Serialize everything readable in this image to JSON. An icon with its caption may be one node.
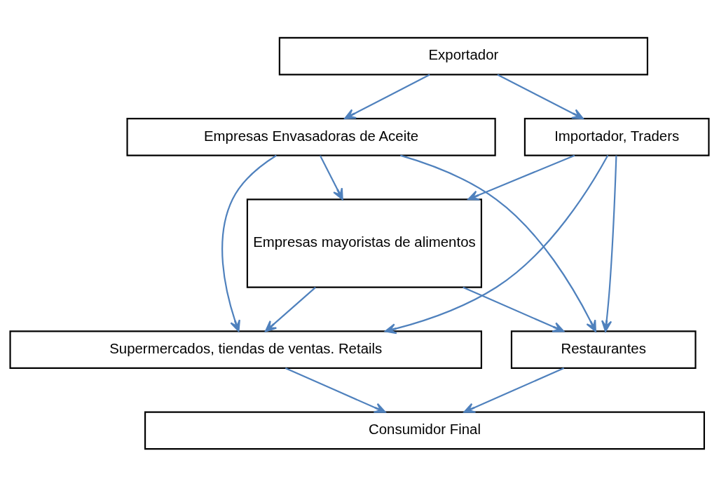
{
  "diagram": {
    "nodes": [
      {
        "text": [
          "Exportador"
        ]
      },
      {
        "text": [
          "Importador, Traders"
        ]
      },
      {
        "text": [
          "Empresas Envasadoras de Aceite"
        ]
      },
      {
        "text": [
          "Empresas mayoristas de alimentos"
        ]
      },
      {
        "text": [
          "Supermercados, tiendas de ventas. Retails"
        ]
      },
      {
        "text": [
          "Restaurantes"
        ]
      },
      {
        "text": [
          "Consumidor Final"
        ]
      }
    ],
    "edges": [
      {
        "from": 0,
        "to": 1,
        "arrow": "to"
      },
      {
        "from": 0,
        "to": 2,
        "arrow": "to"
      },
      {
        "from": 1,
        "to": 4,
        "arrow": "to"
      },
      {
        "from": 1,
        "to": 3,
        "arrow": "to"
      },
      {
        "from": 1,
        "to": 5,
        "arrow": "to"
      },
      {
        "from": 2,
        "to": 3,
        "arrow": "to"
      },
      {
        "from": 2,
        "to": 4,
        "arrow": "to"
      },
      {
        "from": 2,
        "to": 5,
        "arrow": "to"
      },
      {
        "from": 3,
        "to": 4,
        "arrow": "to"
      },
      {
        "from": 3,
        "to": 5,
        "arrow": "to"
      },
      {
        "from": 4,
        "to": 6,
        "arrow": "to"
      },
      {
        "from": 5,
        "to": 6,
        "arrow": "to"
      }
    ]
  }
}
